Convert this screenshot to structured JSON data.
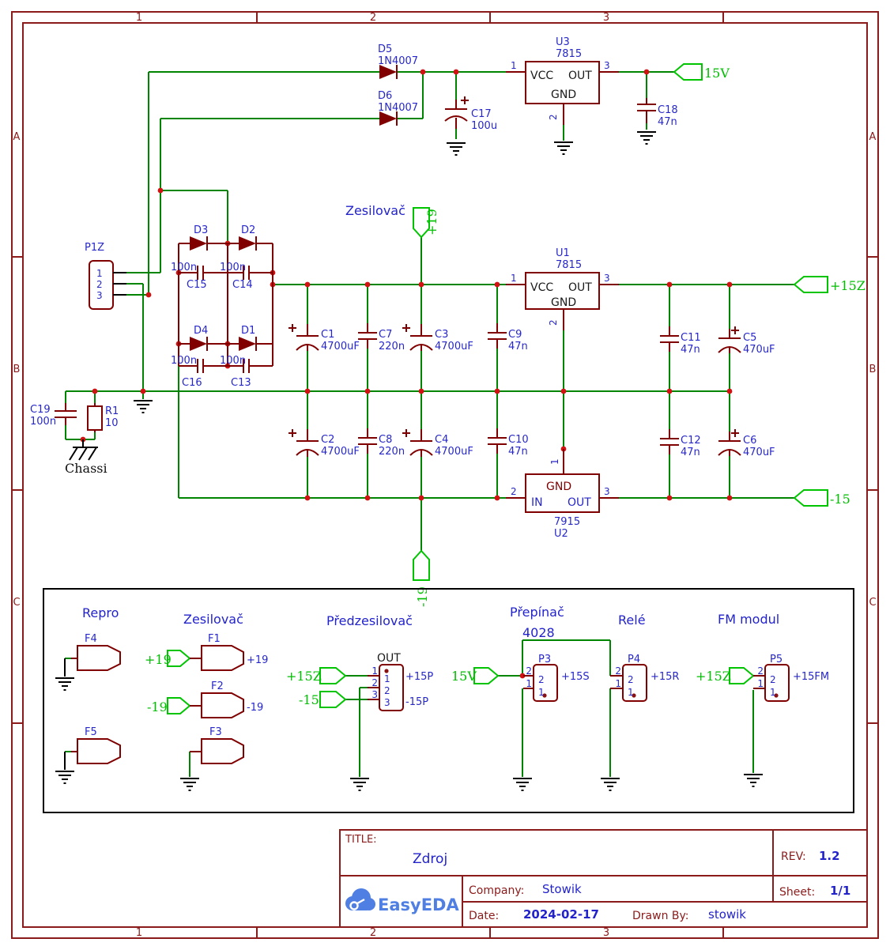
{
  "frame": {
    "z1": "1",
    "z2": "2",
    "z3": "3",
    "za": "A",
    "zb": "B",
    "zc": "C"
  },
  "sch": {
    "d5": {
      "ref": "D5",
      "val": "1N4007"
    },
    "d6": {
      "ref": "D6",
      "val": "1N4007"
    },
    "d3": {
      "ref": "D3"
    },
    "d2": {
      "ref": "D2"
    },
    "d4": {
      "ref": "D4"
    },
    "d1": {
      "ref": "D1"
    },
    "c15": {
      "ref": "C15",
      "val": "100n"
    },
    "c14": {
      "ref": "C14",
      "val": "100n"
    },
    "c16": {
      "ref": "C16",
      "val": "100n"
    },
    "c13": {
      "ref": "C13",
      "val": "100n"
    },
    "c17": {
      "ref": "C17",
      "val": "100u"
    },
    "c18": {
      "ref": "C18",
      "val": "47n"
    },
    "u3": {
      "ref": "U3",
      "val": "7815",
      "vcc": "VCC",
      "out": "OUT",
      "gnd": "GND",
      "p1": "1",
      "p2": "2",
      "p3": "3"
    },
    "u1": {
      "ref": "U1",
      "val": "7815",
      "vcc": "VCC",
      "out": "OUT",
      "gnd": "GND",
      "p1": "1",
      "p2": "2",
      "p3": "3"
    },
    "u2": {
      "ref": "U2",
      "val": "7915",
      "in": "IN",
      "out": "OUT",
      "gnd": "GND",
      "p1": "1",
      "p2": "2",
      "p3": "3"
    },
    "p1z": {
      "ref": "P1Z",
      "p1": "1",
      "p2": "2",
      "p3": "3"
    },
    "c1": {
      "ref": "C1",
      "val": "4700uF"
    },
    "c2": {
      "ref": "C2",
      "val": "4700uF"
    },
    "c3": {
      "ref": "C3",
      "val": "4700uF"
    },
    "c4": {
      "ref": "C4",
      "val": "4700uF"
    },
    "c7": {
      "ref": "C7",
      "val": "220n"
    },
    "c8": {
      "ref": "C8",
      "val": "220n"
    },
    "c9": {
      "ref": "C9",
      "val": "47n"
    },
    "c10": {
      "ref": "C10",
      "val": "47n"
    },
    "c11": {
      "ref": "C11",
      "val": "47n"
    },
    "c12": {
      "ref": "C12",
      "val": "47n"
    },
    "c5": {
      "ref": "C5",
      "val": "470uF"
    },
    "c6": {
      "ref": "C6",
      "val": "470uF"
    },
    "c19": {
      "ref": "C19",
      "val": "100n"
    },
    "r1": {
      "ref": "R1",
      "val": "10"
    },
    "chassi": "Chassi",
    "note": "Zesilovač"
  },
  "flags": {
    "v15": "15V",
    "p15z": "+15Z",
    "n15": "-15",
    "p19": "+19",
    "n19": "-19"
  },
  "box": {
    "repro": {
      "title": "Repro",
      "f4": "F4",
      "f5": "F5"
    },
    "zes": {
      "title": "Zesilovač",
      "f1": "F1",
      "f2": "F2",
      "f3": "F3",
      "flag_p19": "+19",
      "net_p19": "+19",
      "flag_n19": "-19",
      "net_n19": "-19"
    },
    "pred": {
      "title": "Předzesilovač",
      "conn": "OUT",
      "o1": "1",
      "o2": "2",
      "o3": "3",
      "i1": "1",
      "i2": "2",
      "i3": "3",
      "flag_p15z": "+15Z",
      "flag_n15": "-15",
      "net_p15p": "+15P",
      "net_n15p": "-15P"
    },
    "prep": {
      "title": "Přepínač",
      "chip": "4028",
      "p3": "P3",
      "flag_15v": "15V",
      "net_p15s": "+15S",
      "o2": "2",
      "o1": "1",
      "i2": "2",
      "i1": "1"
    },
    "rele": {
      "title": "Relé",
      "p4": "P4",
      "net_p15r": "+15R",
      "o2": "2",
      "o1": "1",
      "i2": "2",
      "i1": "1"
    },
    "fm": {
      "title": "FM modul",
      "p5": "P5",
      "flag_p15z": "+15Z",
      "net_p15fm": "+15FM",
      "o2": "2",
      "o1": "1",
      "i2": "2",
      "i1": "1"
    }
  },
  "tb": {
    "title_label": "TITLE:",
    "title": "Zdroj",
    "rev_label": "REV:",
    "rev": "1.2",
    "company_label": "Company:",
    "company": "Stowik",
    "sheet_label": "Sheet:",
    "sheet": "1/1",
    "date_label": "Date:",
    "date": "2024-02-17",
    "drawn_label": "Drawn By:",
    "drawn": "stowik",
    "logo": "EasyEDA"
  }
}
